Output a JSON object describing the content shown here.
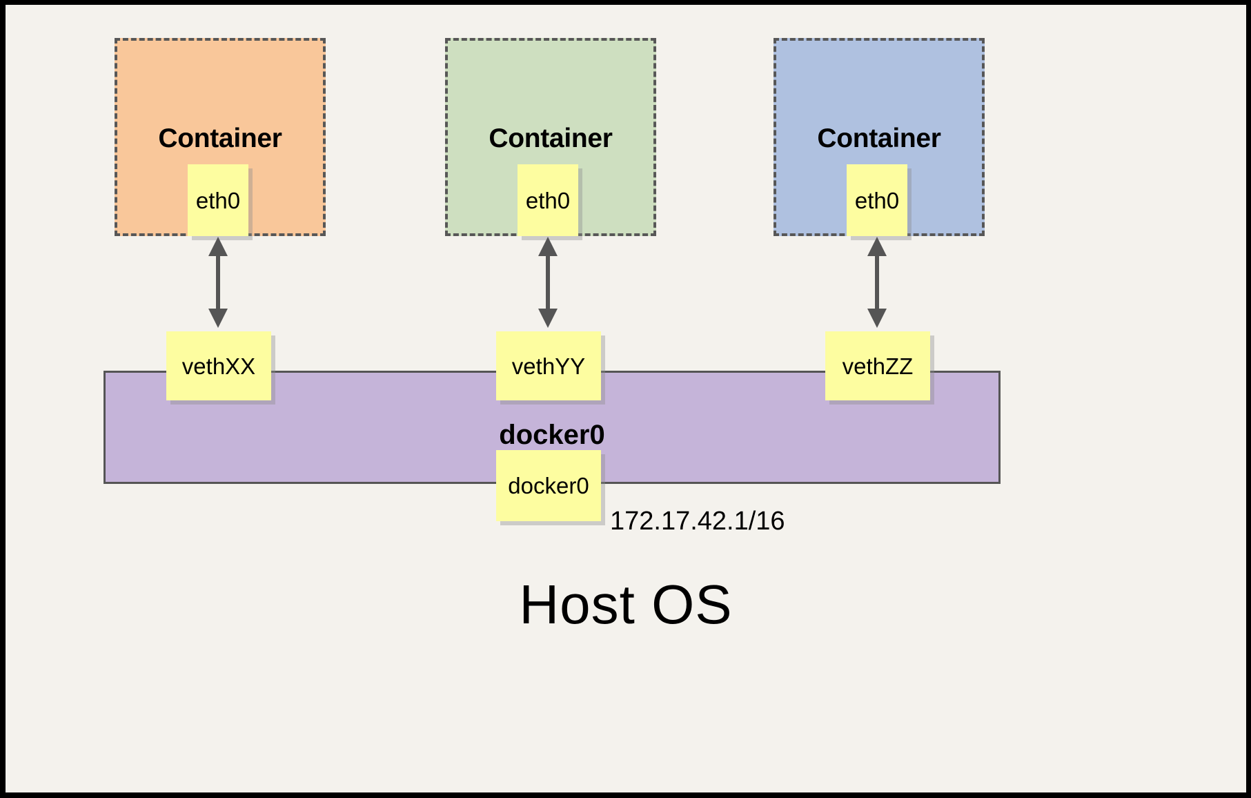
{
  "diagram": {
    "title_bottom": "Host OS",
    "background_color": "#F4F2ED",
    "border_color": "#000000",
    "containers": [
      {
        "label": "Container",
        "fill_color": "#F9C79A",
        "border_color": "#575757",
        "interface_label": "eth0"
      },
      {
        "label": "Container",
        "fill_color": "#CEDFC0",
        "border_color": "#575757",
        "interface_label": "eth0"
      },
      {
        "label": "Container",
        "fill_color": "#AFC1E0",
        "border_color": "#575757",
        "interface_label": "eth0"
      }
    ],
    "veth_pairs": [
      {
        "label": "vethXX"
      },
      {
        "label": "vethYY"
      },
      {
        "label": "vethZZ"
      }
    ],
    "bridge": {
      "label": "docker0",
      "interface_label": "docker0",
      "ip_address": "172.17.42.1/16",
      "fill_color": "#C5B4D9",
      "border_color": "#555555"
    },
    "note_fill_color": "#FDFDA0",
    "arrow_color": "#555555",
    "arrow_style": "double-headed-vertical"
  }
}
